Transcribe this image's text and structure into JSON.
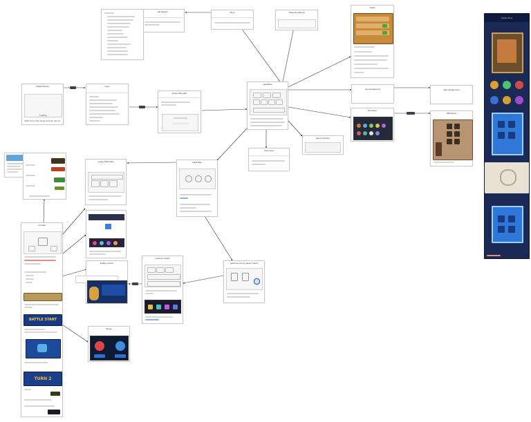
{
  "nodes": {
    "splash": {
      "title": "Splash Screen",
      "caption": "Loading",
      "note": "Splash Screen: Hiển thị logo, tải dữ liệu, kiểm tra"
    },
    "login": {
      "title": "Login"
    },
    "popup_hang_dan": {
      "title": "popup hàng dân"
    },
    "gio_hang": {
      "title": "giỏ hàng bi"
    },
    "shop": {
      "title": "Shop"
    },
    "trang_thu_thap": {
      "title": "Trang thu thập gỗ"
    },
    "quest": {
      "title": "Quest"
    },
    "main_menu": {
      "title": "mainMenu"
    },
    "pet_management": {
      "title": "pet management"
    },
    "skill_management": {
      "title": "skill management"
    },
    "formation": {
      "title": "Formation"
    },
    "fb_factory": {
      "title": "FB/Factory"
    },
    "game_directory": {
      "title": "game directory"
    },
    "chat_menu": {
      "title": "chat menu"
    },
    "popup_sua_chien": {
      "title": "popup Sửa chiến"
    },
    "guild_map": {
      "title": "Guild Map"
    },
    "combat": {
      "title": "Combat"
    },
    "loading_screen": {
      "title": "loading screen"
    },
    "pause": {
      "title": "Pause"
    },
    "pokemon_select": {
      "title": "pokemon select"
    },
    "pokemon_enemy": {
      "title": "pokemon enemy (team) select"
    }
  },
  "game_text": {
    "battle_start": "BATTLE START",
    "turn": "TURN 2",
    "strip_title": "Golden Ruin"
  },
  "colors": {
    "connector": "#333333",
    "badge": "#3a4258",
    "game_bg": "#1b2a55",
    "accent_red": "#d63b3b"
  }
}
